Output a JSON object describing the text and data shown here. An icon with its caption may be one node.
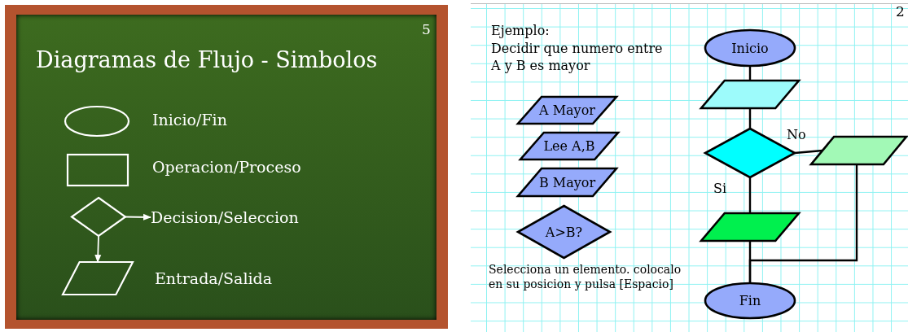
{
  "diagram": {
    "nodes": [
      {
        "text": [],
        "shape": "ellipse",
        "beside": [
          "Inicio/Fin"
        ]
      },
      {
        "text": [],
        "shape": "box",
        "beside": [
          "Operacion/Proceso"
        ]
      },
      {
        "text": [],
        "shape": "diamond"
      },
      {
        "text": [
          "Decision/Seleccion"
        ]
      },
      {
        "text": [],
        "shape": "parallelogram",
        "beside": [
          "Entrada/Salida"
        ]
      },
      {
        "text": [
          "A Mayor"
        ]
      },
      {
        "text": [
          "Lee A,B"
        ]
      },
      {
        "text": [
          "B Mayor"
        ]
      },
      {
        "text": [
          "A>B?"
        ]
      },
      {
        "text": [
          "Inicio"
        ]
      },
      {
        "text": [],
        "shape": "parallelogram"
      },
      {
        "text": [],
        "shape": "diamond"
      },
      {
        "text": [],
        "shape": "parallelogram"
      },
      {
        "text": [],
        "shape": "parallelogram"
      },
      {
        "text": [
          "Fin"
        ]
      }
    ],
    "edges": [
      {
        "from": 2,
        "to": 3,
        "arrow": "to",
        "color": "#ffffff"
      },
      {
        "from": 2,
        "to": 4,
        "arrow": "to",
        "color": "#ffffff"
      },
      {
        "from": 9,
        "to": 10,
        "arrow": "none"
      },
      {
        "from": 10,
        "to": 11,
        "arrow": "none"
      },
      {
        "from": 11,
        "to": 12,
        "arrow": "none",
        "label": "No"
      },
      {
        "from": 11,
        "to": 13,
        "arrow": "none",
        "label": "Si"
      },
      {
        "from": 13,
        "to": 14,
        "arrow": "none"
      },
      {
        "from": 12,
        "to": 14,
        "arrow": "none"
      }
    ],
    "labels": [
      "5",
      "Diagramas de Flujo - Simbolos",
      "2",
      "Ejemplo:",
      "Decidir que numero entre A y B es mayor",
      "Selecciona un elemento. colocalo en su posicion y pulsa [Espacio]"
    ]
  }
}
